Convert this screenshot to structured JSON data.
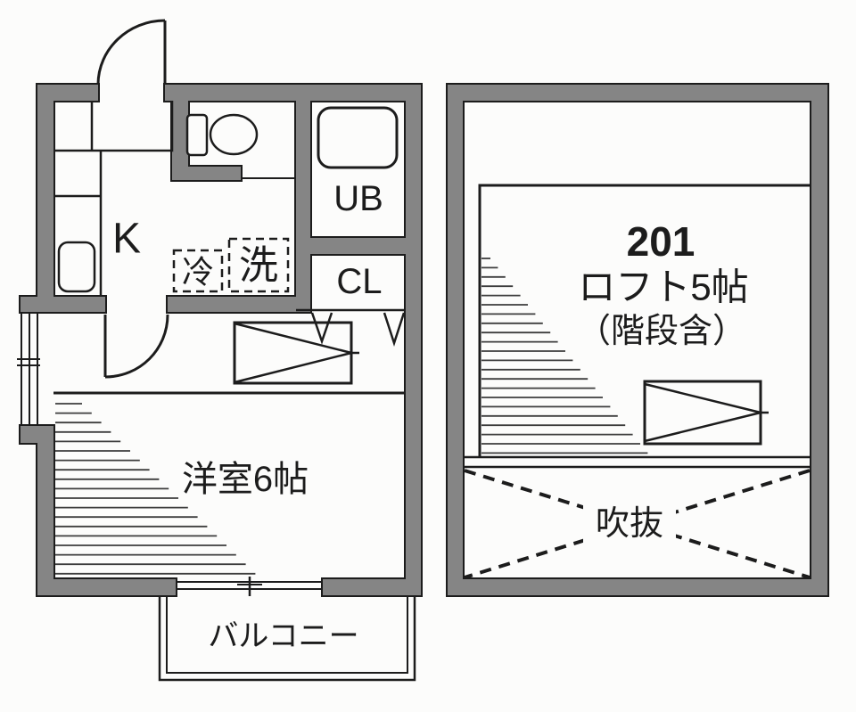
{
  "plan_1f": {
    "kitchen": "K",
    "fridge": "冷",
    "washer": "洗",
    "unit_bath": "UB",
    "closet": "CL",
    "room": "洋室6帖",
    "balcony": "バルコニー"
  },
  "plan_loft": {
    "unit_number": "201",
    "loft": "ロフト5帖",
    "note": "（階段含）",
    "void": "吹抜"
  },
  "symbols": [
    "entrance-door-icon",
    "interior-door-icon",
    "toilet-icon",
    "bathtub-icon",
    "kitchen-sink-icon",
    "kitchen-counter",
    "window-icon",
    "closet-bifold-door-icon",
    "ladder-direction-icon",
    "stairs-hatch-icon",
    "void-cross-icon"
  ],
  "colors": {
    "wall": "#858585",
    "line": "#1c1c1c",
    "background": "#fcfcfb"
  }
}
